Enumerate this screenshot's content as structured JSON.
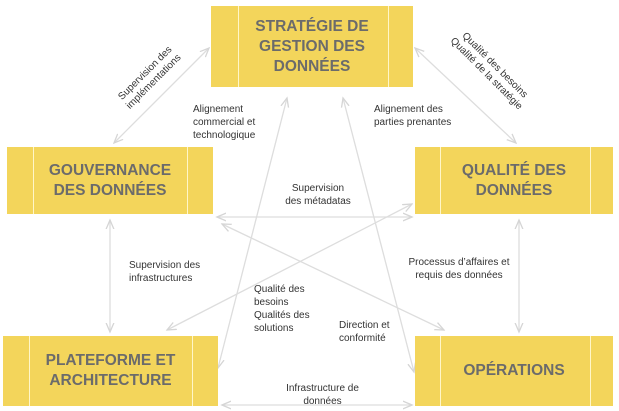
{
  "nodes": {
    "strategy": "STRATÉGIE DE GESTION DES DONNÉES",
    "governance": "GOUVERNANCE DES DONNÉES",
    "quality": "QUALITÉ DES DONNÉES",
    "platform": "PLATEFORME ET ARCHITECTURE",
    "operations": "OPÉRATIONS"
  },
  "edges": {
    "gov_strat": "Supervision des implémentations",
    "strat_qual": "Qualité des besoins Qualité de la stratégie",
    "align_business": "Alignement commercial et technologique",
    "align_stakeholders": "Alignement des parties prenantes",
    "metadata": "Supervision des métadatas",
    "infra": "Supervision des infrastructures",
    "process": "Processus d’affaires et requis des données",
    "needs_solutions": "Qualité des besoins Qualités des solutions",
    "direction": "Direction et conformité",
    "data_infra": "Infrastructure de données"
  },
  "colors": {
    "box": "#f3d55b",
    "text": "#6b6b6b",
    "line": "#dcdcdc"
  }
}
